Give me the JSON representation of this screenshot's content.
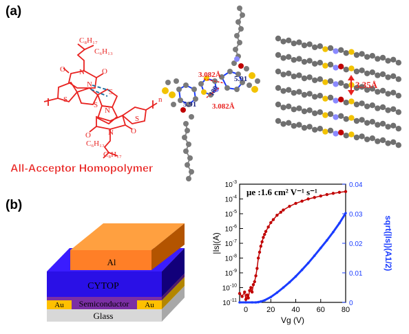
{
  "panel_a": {
    "label": "(a)",
    "chem": {
      "c8h17_top": "C₈H₁₇",
      "c6h13_top": "C₆H₁₃",
      "c6h13_bot": "C₆H₁₃",
      "c8h17_bot": "C₈H₁₇",
      "n_label": "n",
      "caption": "All-Acceptor Homopolymer"
    },
    "dimer": {
      "ring_left": "5.91",
      "ring_right": "5.91",
      "center": "180",
      "dist_top": "3.082Å",
      "dist_bot": "3.082Å"
    },
    "stack": {
      "distance": "3.35Å"
    }
  },
  "panel_b": {
    "label": "(b)",
    "device": {
      "al": "Al",
      "cytop": "CYTOP",
      "semiconductor": "Semiconductor",
      "au_left": "Au",
      "au_right": "Au",
      "glass": "Glass"
    }
  },
  "colors": {
    "red": "#e8211f",
    "chart_red": "#c00000",
    "chart_blue": "#1a3cff",
    "cytop": "#2a10e6",
    "al": "#ff7f27",
    "semiconductor": "#7b2fa5",
    "au": "#ffc000",
    "glass": "#d8d8d8"
  },
  "chart_data": {
    "type": "line",
    "annotation": "μe :1.6 cm² V⁻¹ s⁻¹",
    "xlabel": "Vg (V)",
    "ylabel_left": "|Is|(A)",
    "ylabel_right": "sqrt(|Is|)(A1/2)",
    "xlim": [
      -5,
      80
    ],
    "x_ticks": [
      0,
      20,
      40,
      60,
      80
    ],
    "y_left_scale": "log",
    "y_left_lim_exp": [
      -11,
      -3
    ],
    "y_left_tick_exps": [
      -11,
      -10,
      -9,
      -8,
      -7,
      -6,
      -5,
      -4,
      -3
    ],
    "y_right_lim": [
      0,
      0.04
    ],
    "y_right_ticks": [
      "0",
      "0.01",
      "0.02",
      "0.03",
      "0.04"
    ],
    "series": [
      {
        "axis": "left",
        "color": "#c00000",
        "x": [
          -5,
          -3,
          -1,
          0,
          1,
          2,
          3,
          4,
          5,
          6,
          7,
          8,
          9,
          10,
          11,
          12,
          13,
          14,
          15,
          16,
          18,
          20,
          22,
          25,
          28,
          30,
          35,
          40,
          45,
          50,
          55,
          60,
          65,
          70,
          75,
          80
        ],
        "y_exp": [
          -10.4,
          -10.6,
          -10.3,
          -10.8,
          -10.5,
          -10.7,
          -10.2,
          -10.0,
          -10.3,
          -9.8,
          -9.6,
          -9.2,
          -8.7,
          -8.0,
          -7.6,
          -7.2,
          -6.9,
          -6.6,
          -6.4,
          -6.2,
          -5.9,
          -5.6,
          -5.4,
          -5.1,
          -4.9,
          -4.75,
          -4.5,
          -4.3,
          -4.15,
          -4.0,
          -3.9,
          -3.8,
          -3.7,
          -3.62,
          -3.55,
          -3.5
        ]
      },
      {
        "axis": "right",
        "color": "#1a3cff",
        "x": [
          -5,
          0,
          5,
          8,
          10,
          12,
          15,
          20,
          25,
          30,
          35,
          40,
          45,
          50,
          55,
          60,
          65,
          70,
          75,
          80
        ],
        "y": [
          0.0,
          0.0,
          0.0,
          0.0,
          0.0001,
          0.0003,
          0.0007,
          0.0018,
          0.0033,
          0.005,
          0.0068,
          0.0088,
          0.011,
          0.0133,
          0.0158,
          0.0184,
          0.021,
          0.0238,
          0.0268,
          0.0302
        ]
      }
    ]
  }
}
